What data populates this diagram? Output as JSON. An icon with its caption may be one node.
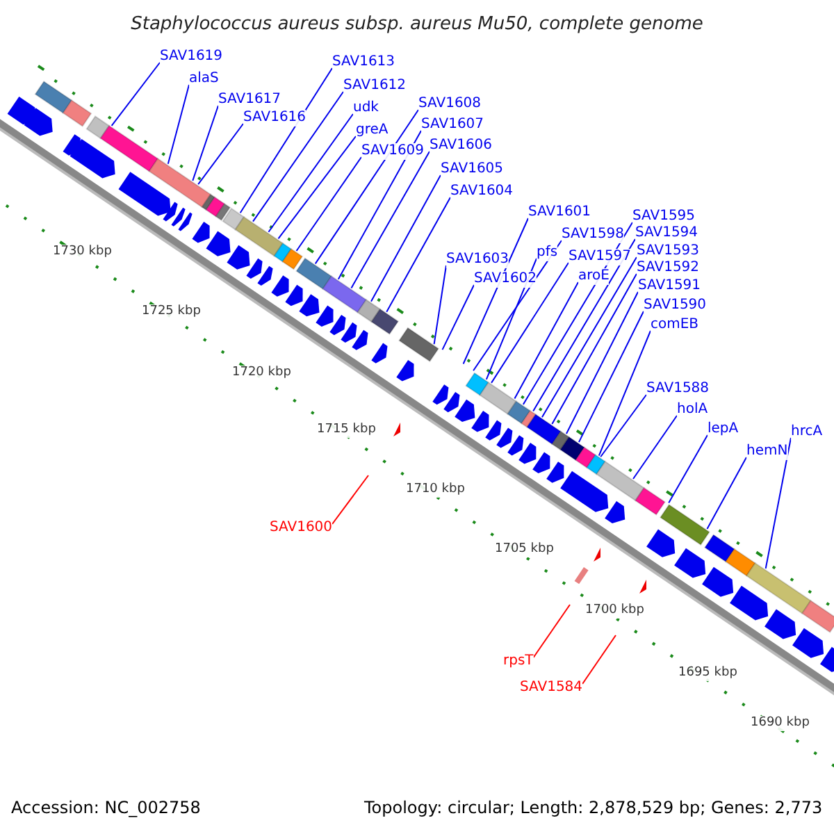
{
  "diagram": {
    "title": "Staphylococcus aureus subsp. aureus Mu50, complete genome",
    "nodes": [
      {
        "text": [
          "SAV1619"
        ]
      },
      {
        "text": [
          "alaS"
        ]
      },
      {
        "text": [
          "SAV1617"
        ]
      },
      {
        "text": [
          "SAV1616"
        ]
      },
      {
        "text": [
          "SAV1613"
        ]
      },
      {
        "text": [
          "SAV1612"
        ]
      },
      {
        "text": [
          "udk"
        ]
      },
      {
        "text": [
          "greA"
        ]
      },
      {
        "text": [
          "SAV1609"
        ]
      },
      {
        "text": [
          "SAV1608"
        ]
      },
      {
        "text": [
          "SAV1607"
        ]
      },
      {
        "text": [
          "SAV1606"
        ]
      },
      {
        "text": [
          "SAV1605"
        ]
      },
      {
        "text": [
          "SAV1604"
        ]
      },
      {
        "text": [
          "SAV1601"
        ]
      },
      {
        "text": [
          "SAV1603"
        ]
      },
      {
        "text": [
          "SAV1602"
        ]
      },
      {
        "text": [
          "SAV1598"
        ]
      },
      {
        "text": [
          "pfs"
        ]
      },
      {
        "text": [
          "SAV1597"
        ]
      },
      {
        "text": [
          "aroE"
        ]
      },
      {
        "text": [
          "SAV1595"
        ]
      },
      {
        "text": [
          "SAV1594"
        ]
      },
      {
        "text": [
          "SAV1593"
        ]
      },
      {
        "text": [
          "SAV1592"
        ]
      },
      {
        "text": [
          "SAV1591"
        ]
      },
      {
        "text": [
          "SAV1590"
        ]
      },
      {
        "text": [
          "comEB"
        ]
      },
      {
        "text": [
          "SAV1588"
        ]
      },
      {
        "text": [
          "holA"
        ]
      },
      {
        "text": [
          "lepA"
        ]
      },
      {
        "text": [
          "hemN"
        ]
      },
      {
        "text": [
          "hrcA"
        ]
      },
      {
        "text": [
          "SAV1600"
        ]
      },
      {
        "text": [
          "rpsT"
        ]
      },
      {
        "text": [
          "SAV1584"
        ]
      }
    ],
    "edges": [
      {
        "from": 0,
        "to": null,
        "arrow": "none"
      },
      {
        "from": 1,
        "to": null,
        "arrow": "none"
      },
      {
        "from": 2,
        "to": null,
        "arrow": "none"
      },
      {
        "from": 3,
        "to": null,
        "arrow": "none"
      },
      {
        "from": 4,
        "to": null,
        "arrow": "none"
      },
      {
        "from": 5,
        "to": null,
        "arrow": "none"
      },
      {
        "from": 6,
        "to": null,
        "arrow": "none"
      },
      {
        "from": 7,
        "to": null,
        "arrow": "none"
      },
      {
        "from": 8,
        "to": null,
        "arrow": "none"
      },
      {
        "from": 9,
        "to": null,
        "arrow": "none"
      },
      {
        "from": 10,
        "to": null,
        "arrow": "none"
      },
      {
        "from": 11,
        "to": null,
        "arrow": "none"
      },
      {
        "from": 12,
        "to": null,
        "arrow": "none"
      },
      {
        "from": 13,
        "to": null,
        "arrow": "none"
      },
      {
        "from": 14,
        "to": null,
        "arrow": "none"
      },
      {
        "from": 15,
        "to": null,
        "arrow": "none"
      },
      {
        "from": 16,
        "to": null,
        "arrow": "none"
      },
      {
        "from": 17,
        "to": null,
        "arrow": "none"
      },
      {
        "from": 18,
        "to": null,
        "arrow": "none"
      },
      {
        "from": 19,
        "to": null,
        "arrow": "none"
      },
      {
        "from": 20,
        "to": null,
        "arrow": "none"
      },
      {
        "from": 21,
        "to": null,
        "arrow": "none"
      },
      {
        "from": 22,
        "to": null,
        "arrow": "none"
      },
      {
        "from": 23,
        "to": null,
        "arrow": "none"
      },
      {
        "from": 24,
        "to": null,
        "arrow": "none"
      },
      {
        "from": 25,
        "to": null,
        "arrow": "none"
      },
      {
        "from": 26,
        "to": null,
        "arrow": "none"
      },
      {
        "from": 27,
        "to": null,
        "arrow": "none"
      },
      {
        "from": 28,
        "to": null,
        "arrow": "none"
      },
      {
        "from": 29,
        "to": null,
        "arrow": "none"
      },
      {
        "from": 30,
        "to": null,
        "arrow": "none"
      },
      {
        "from": 31,
        "to": null,
        "arrow": "none"
      },
      {
        "from": 32,
        "to": null,
        "arrow": "none"
      },
      {
        "from": 33,
        "to": null,
        "arrow": "none",
        "color": "#ff0000"
      },
      {
        "from": 34,
        "to": null,
        "arrow": "none",
        "color": "#ff0000"
      },
      {
        "from": 35,
        "to": null,
        "arrow": "none",
        "color": "#ff0000"
      }
    ],
    "labels": [
      "1730 kbp",
      "1725 kbp",
      "1720 kbp",
      "1715 kbp",
      "1710 kbp",
      "1705 kbp",
      "1700 kbp",
      "1695 kbp",
      "1690 kbp",
      "Accession: NC_002758",
      "Topology: circular; Length: 2,878,529 bp; Genes: 2,773"
    ]
  }
}
